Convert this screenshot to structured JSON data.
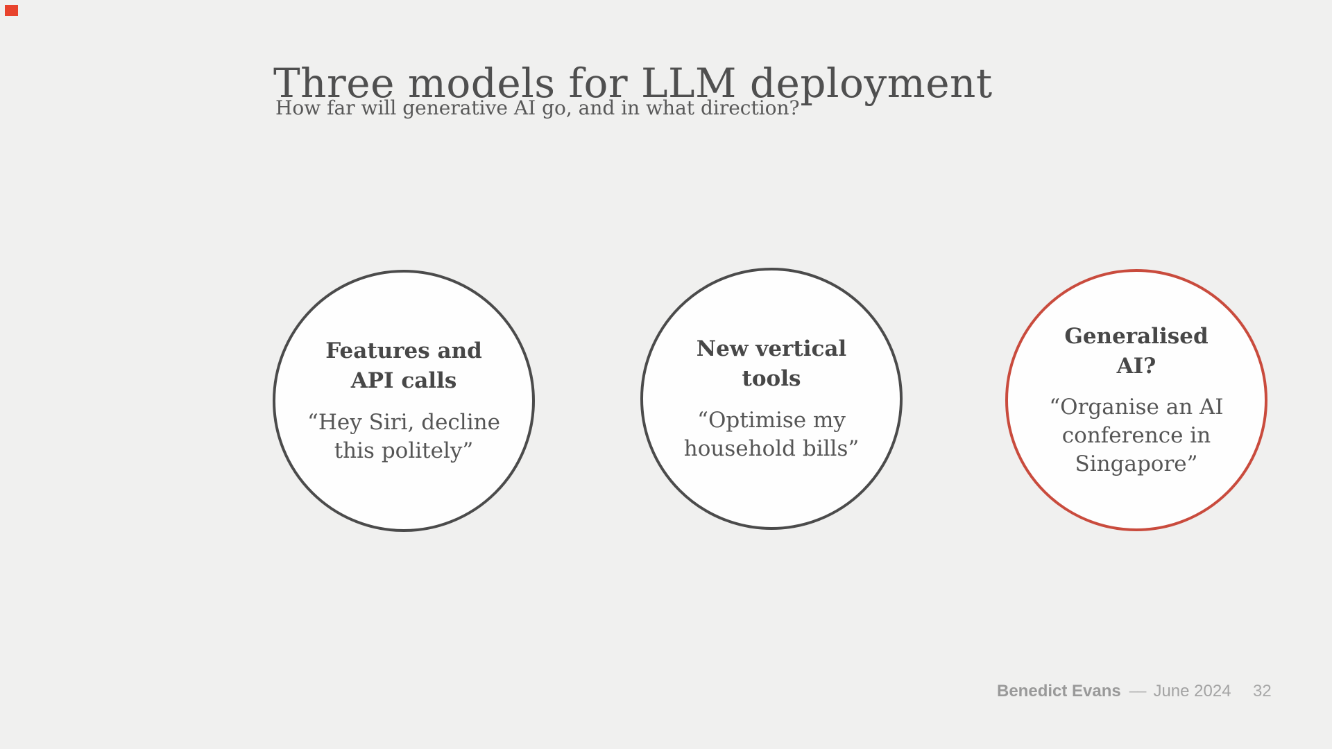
{
  "slide": {
    "title": "Three models for LLM deployment",
    "subtitle": "How far will generative AI go, and in what direction?",
    "background_color": "#f0f0ef",
    "brand_color": "#e8432d",
    "accent_color": "#c94b3d"
  },
  "circles": [
    {
      "heading": "Features and\nAPI calls",
      "quote": "“Hey Siri, decline\nthis politely”",
      "border_color": "#4b4b4b"
    },
    {
      "heading": "New vertical\ntools",
      "quote": "“Optimise my\nhousehold bills”",
      "border_color": "#4b4b4b"
    },
    {
      "heading": "Generalised\nAI?",
      "quote": "“Organise an AI\nconference in\nSingapore”",
      "border_color": "#c94b3d"
    }
  ],
  "footer": {
    "author": "Benedict Evans",
    "separator": "––",
    "date": "June 2024",
    "page_number": "32"
  }
}
